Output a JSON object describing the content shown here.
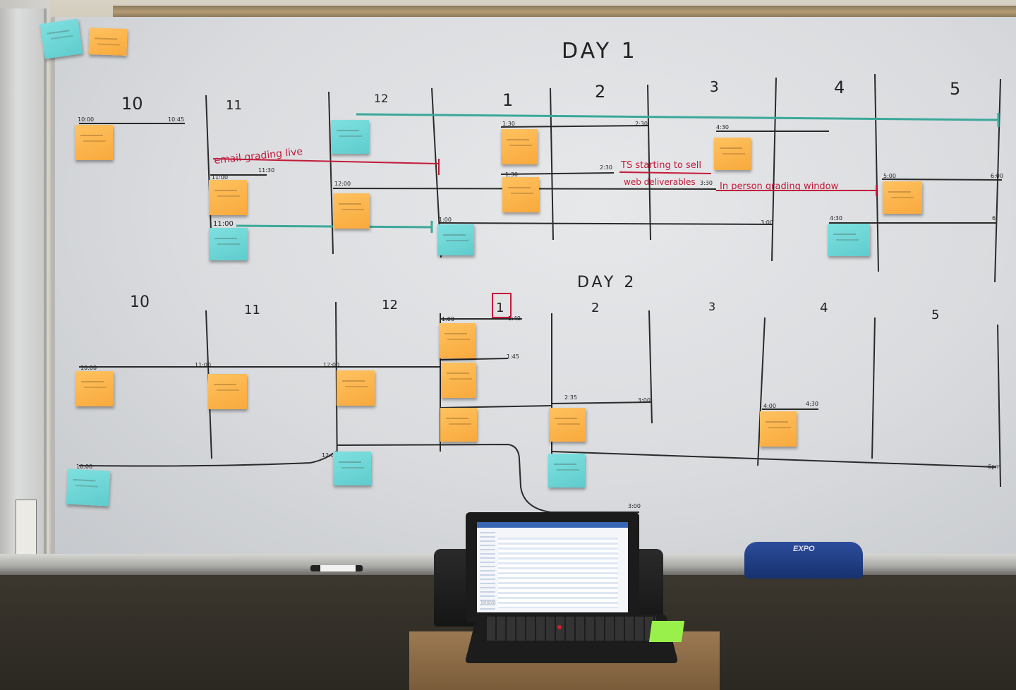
{
  "board": {
    "day1": {
      "title": "DAY 1",
      "hours": [
        "10",
        "11",
        "12",
        "1",
        "2",
        "3",
        "4",
        "5"
      ],
      "times": [
        "10:00",
        "10:45",
        "11:00",
        "11:30",
        "12:00",
        "1:30",
        "1:30",
        "2:30",
        "2:30",
        "3:30",
        "4:30",
        "1:00",
        "3:00",
        "4:30",
        "5:00",
        "6:00",
        "6",
        "11:00"
      ],
      "red_notes": [
        "email grading live",
        "TS starting to sell",
        "web deliverables",
        "In person grading window"
      ]
    },
    "day2": {
      "title": "DAY 2",
      "hours": [
        "10",
        "11",
        "12",
        "1",
        "2",
        "3",
        "4",
        "5"
      ],
      "times": [
        "10:00",
        "11:00",
        "12:00",
        "1:00",
        "1:49",
        "1:45",
        "2:35",
        "3:00",
        "4:00",
        "4:30",
        "6pm",
        "3:00",
        "10:00",
        "12:00"
      ]
    }
  },
  "objects": {
    "eraser_brand": "EXPO",
    "laptop_brand": "lenovo"
  },
  "colors": {
    "orange_note": "#f8a93c",
    "teal_note": "#5fcccd",
    "red_ink": "#c21b3a",
    "teal_ink": "#3aa89a"
  }
}
